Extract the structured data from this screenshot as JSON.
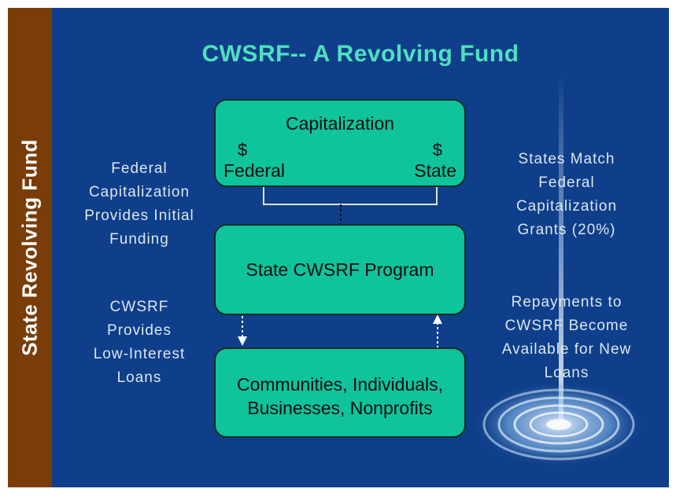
{
  "slide": {
    "title": "CWSRF-- A Revolving Fund",
    "sidebar_label": "State Revolving Fund",
    "colors": {
      "background": "#0f3f8a",
      "sidebar": "#7a3d0a",
      "box": "#0fc39a",
      "title": "#4fe0c0"
    }
  },
  "boxes": {
    "capitalization": {
      "title": "Capitalization",
      "left_symbol": "$",
      "left_label": "Federal",
      "right_symbol": "$",
      "right_label": "State"
    },
    "program": {
      "label": "State CWSRF Program"
    },
    "recipients": {
      "line1": "Communities, Individuals,",
      "line2": "Businesses, Nonprofits"
    }
  },
  "annotations": {
    "federal": [
      "Federal",
      "Capitalization",
      "Provides Initial",
      "Funding"
    ],
    "loans": [
      "CWSRF",
      "Provides",
      "Low-Interest",
      "Loans"
    ],
    "match": [
      "States Match",
      "Federal",
      "Capitalization",
      "Grants (20%)"
    ],
    "repayments": [
      "Repayments to",
      "CWSRF Become",
      "Available for New",
      "Loans"
    ]
  }
}
